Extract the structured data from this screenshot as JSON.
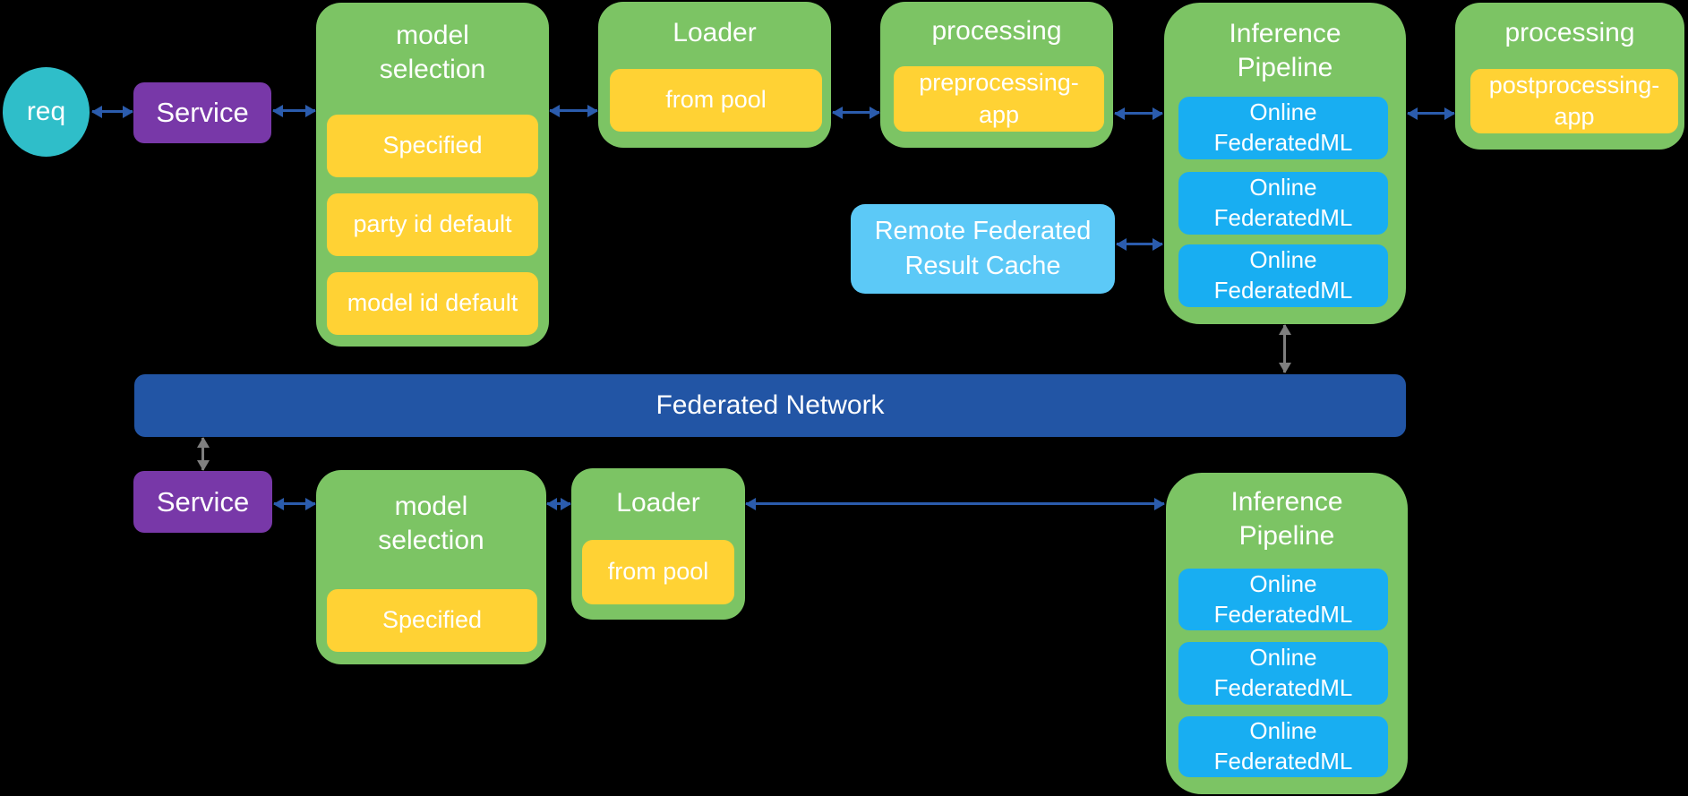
{
  "palette": {
    "background": "#000000",
    "node_green": "#7CC464",
    "node_yellow": "#FFD234",
    "node_blue": "#18AEF2",
    "node_light_blue": "#5CC9F7",
    "node_purple": "#7838A8",
    "node_teal": "#2FBEC9",
    "network_bar_blue": "#2255A5",
    "arrow_blue": "#2B5CAD",
    "arrow_gray": "#7F7F7F",
    "text_white": "#FFFFFF"
  },
  "top_row": {
    "request": {
      "label": "req"
    },
    "service": {
      "label": "Service"
    },
    "model_selection": {
      "title": "model selection",
      "items": [
        "Specified",
        "party id default",
        "model id default"
      ]
    },
    "loader": {
      "title": "Loader",
      "items": [
        "from pool"
      ]
    },
    "preprocessing": {
      "title": "processing",
      "items": [
        "preprocessing-app"
      ]
    },
    "inference_pipeline": {
      "title": "Inference Pipeline",
      "items": [
        "Online FederatedML",
        "Online FederatedML",
        "Online FederatedML"
      ]
    },
    "postprocessing": {
      "title": "processing",
      "items": [
        "postprocessing-app"
      ]
    },
    "remote_cache": {
      "label": "Remote Federated Result Cache"
    }
  },
  "network": {
    "label": "Federated Network"
  },
  "bottom_row": {
    "service": {
      "label": "Service"
    },
    "model_selection": {
      "title": "model selection",
      "items": [
        "Specified"
      ]
    },
    "loader": {
      "title": "Loader",
      "items": [
        "from pool"
      ]
    },
    "inference_pipeline": {
      "title": "Inference Pipeline",
      "items": [
        "Online FederatedML",
        "Online FederatedML",
        "Online FederatedML"
      ]
    }
  }
}
